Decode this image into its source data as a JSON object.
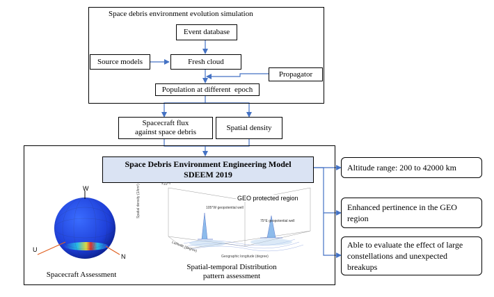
{
  "simulation": {
    "title": "Space debris environment evolution simulation",
    "event_database": "Event database",
    "source_models": "Source models",
    "fresh_cloud": "Fresh cloud",
    "propagator": "Propagator",
    "population": "Population at different  epoch"
  },
  "outputs": {
    "flux_line1": "Spacecraft flux",
    "flux_line2": "against space debris",
    "spatial_density": "Spatial density"
  },
  "model": {
    "line1": "Space Debris Environment Engineering Model",
    "line2": "SDEEM 2019"
  },
  "features": [
    "Altitude range: 200 to 42000 km",
    "Enhanced pertinence in the GEO region",
    "Able to evaluate the effect of large constellations and unexpected breakups"
  ],
  "sphere": {
    "axis_w": "W",
    "axis_u": "U",
    "axis_n": "N",
    "caption": "Spacecraft Assessment"
  },
  "plot": {
    "exponent": "×10⁻⁹",
    "zlabel": "Spatial density (1/km³)",
    "geo_label": "GEO protected region",
    "wall_left": "105°W geopotential well",
    "wall_right": "75°E geopotential well",
    "xlabel": "Geographic longitude (degree)",
    "ylabel": "Latitude (degree)",
    "caption_line1": "Spatial-temporal Distribution",
    "caption_line2": "pattern assessment"
  },
  "colors": {
    "arrow": "#4472c4",
    "model_fill": "#dae3f3",
    "sphere_blue": "#1e3fd8"
  }
}
